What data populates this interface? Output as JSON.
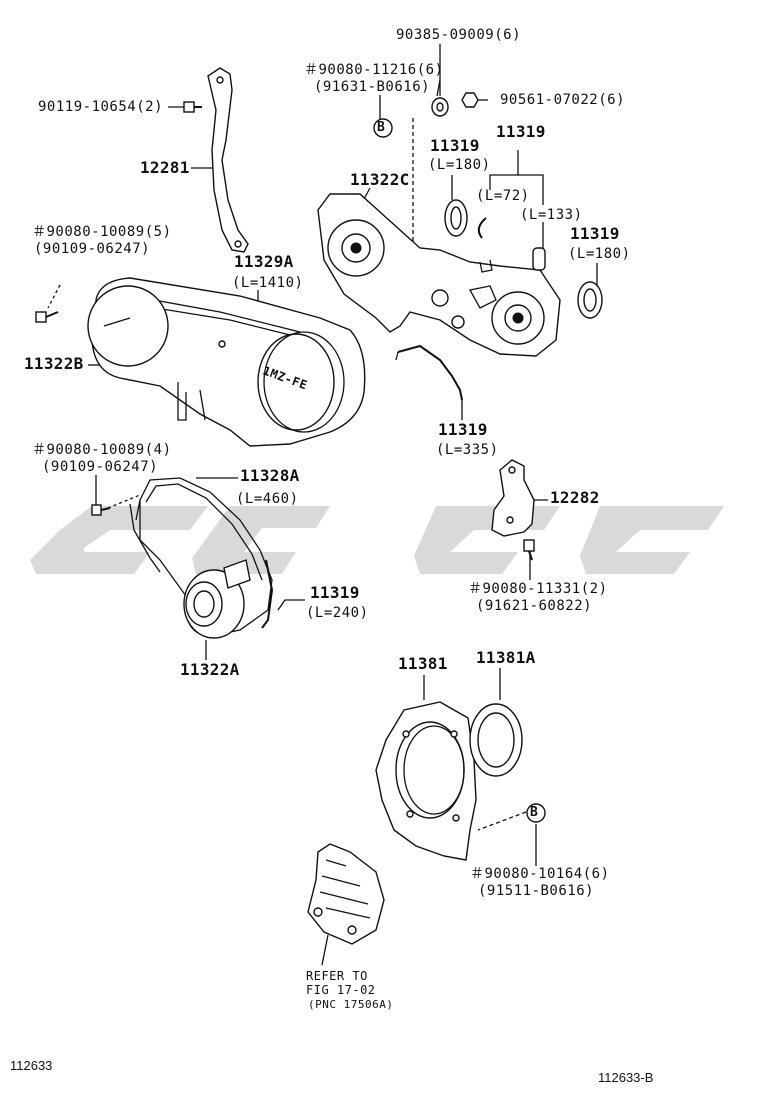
{
  "labels": {
    "p90385": "90385-09009(6)",
    "p90080_11216": "＃90080-11216(6)",
    "p91631": "(91631-B0616)",
    "p90119": "90119-10654(2)",
    "p90561": "90561-07022(6)",
    "p11319_top": "11319",
    "p11319_top_b": "11319",
    "l180_a": "(L=180)",
    "p12281": "12281",
    "p11322c": "11322C",
    "l72": "(L=72)",
    "l133": "(L=133)",
    "p11319_r": "11319",
    "l180_b": "(L=180)",
    "p90080_10089_5": "＃90080-10089(5)",
    "p90109_a": "(90109-06247)",
    "p11329a": "11329A",
    "l1410": "(L=1410)",
    "p11322b": "11322B",
    "p11319_mid": "11319",
    "l335": "(L=335)",
    "p90080_10089_4": "＃90080-10089(4)",
    "p90109_b": "(90109-06247)",
    "p11328a": "11328A",
    "l460": "(L=460)",
    "p12282": "12282",
    "p11319_low": "11319",
    "l240": "(L=240)",
    "p90080_11331": "＃90080-11331(2)",
    "p91621": "(91621-60822)",
    "p11322a": "11322A",
    "p11381": "11381",
    "p11381a": "11381A",
    "p90080_10164": "＃90080-10164(6)",
    "p91511": "(91511-B0616)",
    "refer1": "REFER TO",
    "refer2": "FIG 17-02",
    "refer3": "(PNC 17506A)",
    "callout_b": "B",
    "engine_mark": "1MZ-FE"
  },
  "footer": {
    "left_id": "112633",
    "right_id": "112633-B"
  }
}
